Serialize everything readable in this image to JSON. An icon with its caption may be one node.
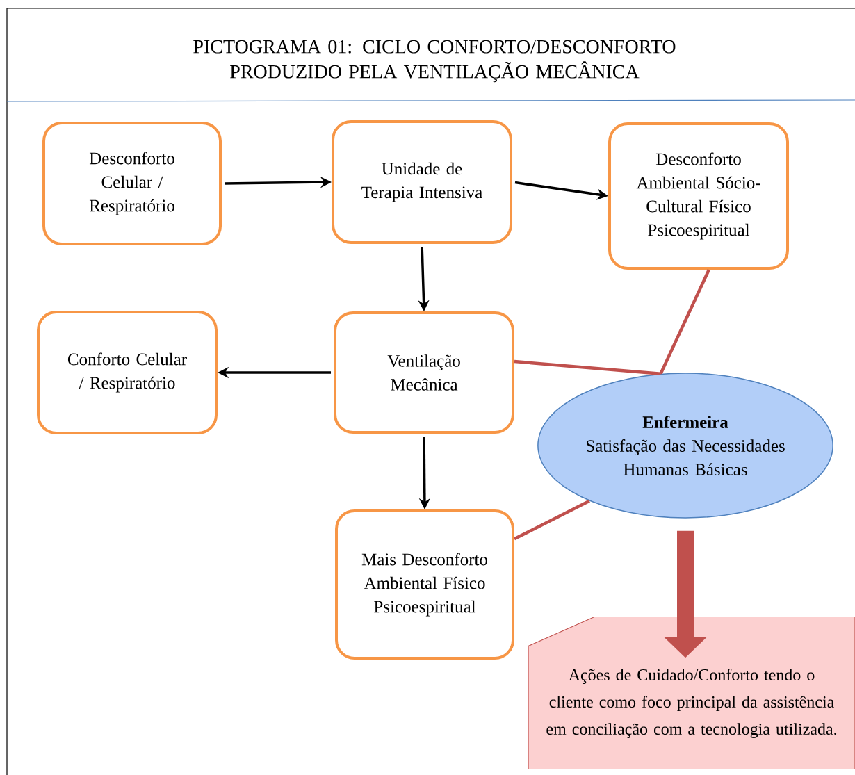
{
  "diagram": {
    "title": "PICTOGRAMA 01: CICLO CONFORTO/DESCONFORTO PRODUZIDO PELA VENTILAÇÃO MECÂNICA",
    "nodes": [
      {
        "text": [
          "Desconforto Celular / Respiratório"
        ]
      },
      {
        "text": [
          "Unidade de Terapia Intensiva"
        ]
      },
      {
        "text": [
          "Desconforto Ambiental Sócio-Cultural Físico Psicoespiritual"
        ]
      },
      {
        "text": [
          "Conforto Celular / Respiratório"
        ]
      },
      {
        "text": [
          "Ventilação Mecânica"
        ]
      },
      {
        "text": [
          "Enfermeira",
          "Satisfação das Necessidades Humanas Básicas"
        ]
      },
      {
        "text": [
          "Mais Desconforto Ambiental Físico Psicoespiritual"
        ]
      },
      {
        "text": [
          "Ações de Cuidado/Conforto tendo o cliente como foco principal da assistência em conciliação com a tecnologia utilizada."
        ]
      }
    ],
    "edges": [
      {
        "from": 0,
        "to": 1,
        "arrow": "to"
      },
      {
        "from": 1,
        "to": 2,
        "arrow": "to"
      },
      {
        "from": 1,
        "to": 4,
        "arrow": "to"
      },
      {
        "from": 4,
        "to": 3,
        "arrow": "to"
      },
      {
        "from": 4,
        "to": 6,
        "arrow": "to"
      },
      {
        "from": 2,
        "to": 5,
        "arrow": "none",
        "color": "#c0504d"
      },
      {
        "from": 4,
        "to": 5,
        "arrow": "none",
        "color": "#c0504d"
      },
      {
        "from": 6,
        "to": 5,
        "arrow": "none",
        "color": "#c0504d"
      },
      {
        "from": 5,
        "to": 7,
        "arrow": "to",
        "style": "thick",
        "color": "#c0504d"
      }
    ]
  }
}
